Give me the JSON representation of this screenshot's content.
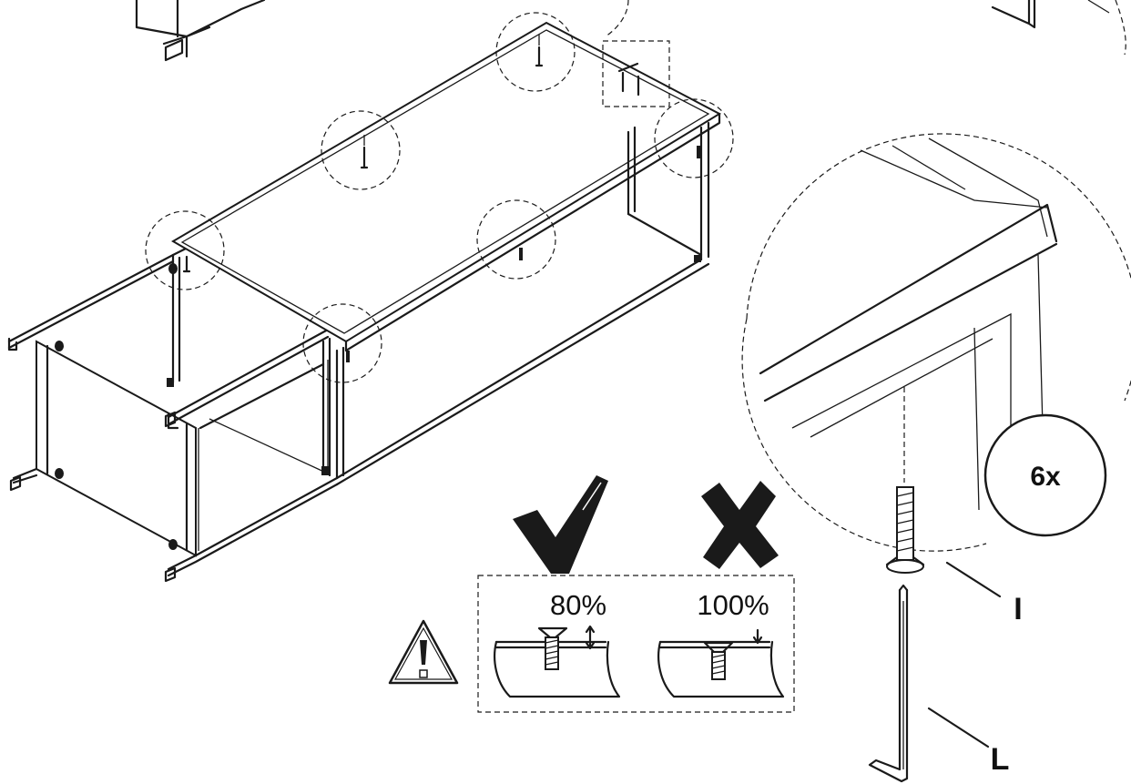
{
  "quantity_label": "6x",
  "parts": {
    "screw_label": "I",
    "allen_key_label": "L"
  },
  "tightening": {
    "correct_percent": "80%",
    "wrong_percent": "100%"
  },
  "colors": {
    "ink": "#1a1a1a",
    "paper": "#ffffff"
  },
  "icons": {
    "correct": "checkmark-icon",
    "wrong": "cross-icon",
    "warning": "warning-triangle-icon"
  }
}
